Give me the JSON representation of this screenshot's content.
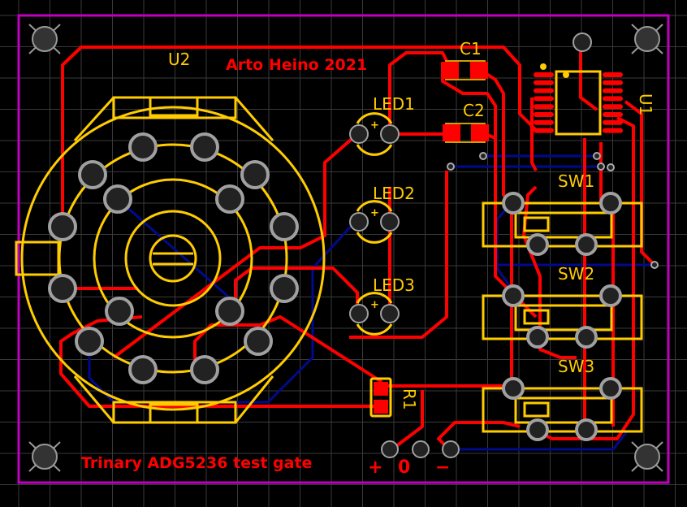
{
  "board": {
    "author_label": "Arto Heino 2021",
    "description_label": "Trinary ADG5236 test gate",
    "colors": {
      "background": "#000000",
      "grid": "#3a3a3a",
      "outline": "#c000c0",
      "top_copper": "#ff0000",
      "bottom_copper": "#000a8c",
      "silkscreen": "#ffcc00",
      "pad_ring": "#a0a0a0",
      "drill": "#222222"
    }
  },
  "components": {
    "u2": "U2",
    "u1": "U1",
    "c1": "C1",
    "c2": "C2",
    "led1": "LED1",
    "led2": "LED2",
    "led3": "LED3",
    "led_polarity": "+",
    "sw1": "SW1",
    "sw2": "SW2",
    "sw3": "SW3",
    "r1": "R1"
  },
  "connector": {
    "plus_label": "+",
    "zero_label": "0",
    "minus_label": "−"
  }
}
